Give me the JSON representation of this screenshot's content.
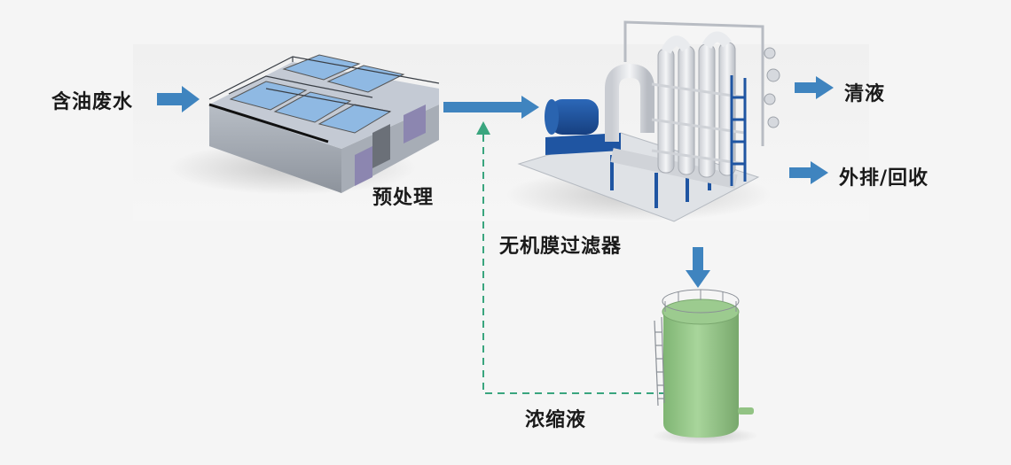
{
  "colors": {
    "arrow": "#3f84bf",
    "recycle_line": "#3aa57e",
    "tank_green": "#93c586",
    "steel_blue": "#1f55a2",
    "concrete": "#9aa1ab",
    "water": "#8fb9e3",
    "pipe_white": "#e6e8ec",
    "text": "#1a1a1a"
  },
  "labels": {
    "inlet": "含油废水",
    "pretreatment": "预处理",
    "membrane_filter": "无机膜过滤器",
    "clear_liquid": "清液",
    "discharge_recovery": "外排/回收",
    "concentrate": "浓缩液"
  },
  "nodes": [
    {
      "id": "inlet",
      "label": "含油废水",
      "icon": "arrow-right-icon"
    },
    {
      "id": "pretreatment",
      "label": "预处理",
      "icon": "pretreatment-tank-icon"
    },
    {
      "id": "membrane_filter",
      "label": "无机膜过滤器",
      "icon": "membrane-filter-skid-icon"
    },
    {
      "id": "clear_liquid",
      "label": "清液",
      "icon": "arrow-right-icon"
    },
    {
      "id": "discharge_recovery",
      "label": "外排/回收",
      "icon": "arrow-right-icon"
    },
    {
      "id": "concentrate",
      "label": "浓缩液",
      "icon": "concentrate-tank-icon"
    }
  ],
  "edges": [
    {
      "from": "inlet",
      "to": "pretreatment",
      "style": "solid-arrow"
    },
    {
      "from": "pretreatment",
      "to": "membrane_filter",
      "style": "solid-arrow"
    },
    {
      "from": "membrane_filter",
      "to": "clear_liquid",
      "style": "solid-arrow"
    },
    {
      "from": "membrane_filter",
      "to": "discharge_recovery",
      "style": "solid-arrow"
    },
    {
      "from": "membrane_filter",
      "to": "concentrate",
      "style": "solid-arrow"
    },
    {
      "from": "concentrate",
      "to": "membrane_filter",
      "style": "dashed-arrow",
      "note": "recycle loop"
    }
  ]
}
